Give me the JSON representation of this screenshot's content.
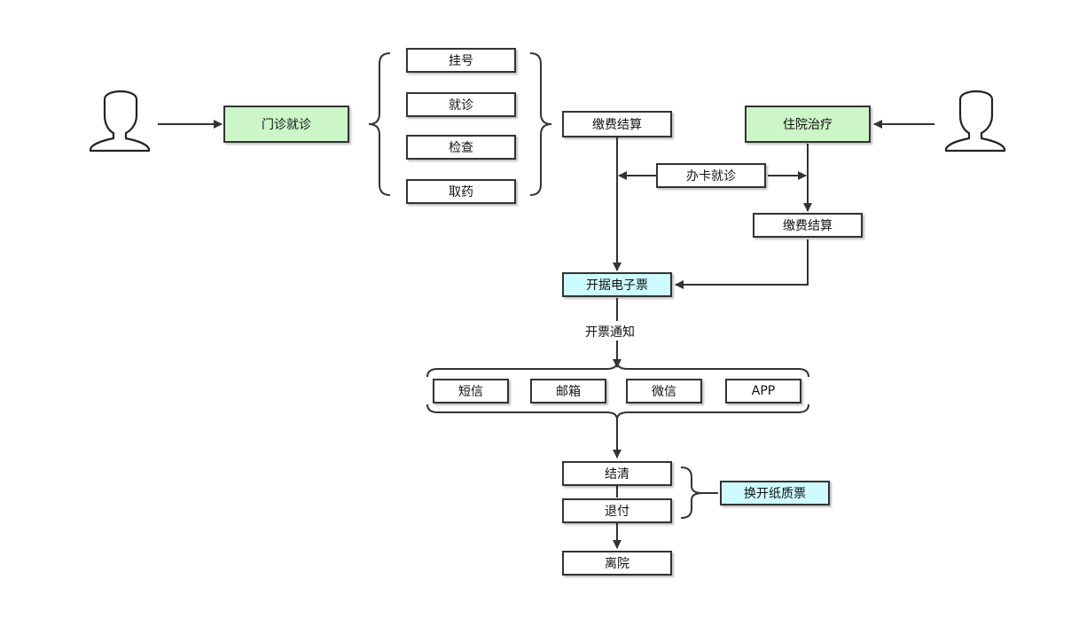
{
  "nodes": {
    "outpatient": "门诊就诊",
    "register": "挂号",
    "consult": "就诊",
    "exam": "检查",
    "medicine": "取药",
    "pay_left": "缴费结算",
    "inpatient": "住院治疗",
    "card_consult": "办卡就诊",
    "pay_right": "缴费结算",
    "issue_einvoice": "开据电子票",
    "issue_notice": "开票通知",
    "sms": "短信",
    "email": "邮箱",
    "wechat": "微信",
    "app": "APP",
    "settle": "结清",
    "refund": "退付",
    "paper_invoice": "换开纸质票",
    "discharge": "离院"
  },
  "colors": {
    "green_fill": "#ccf5c8",
    "cyan_fill": "#cdfbff",
    "stroke": "#333333"
  },
  "icons": {
    "left_person": "person-outline-icon",
    "right_person": "person-outline-icon"
  }
}
